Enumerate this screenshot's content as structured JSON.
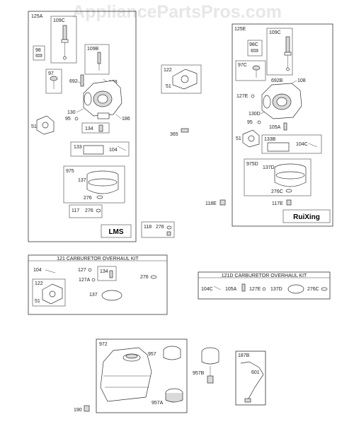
{
  "watermark": "AppliancePartsPros.com",
  "group_lms": {
    "label": "125A",
    "brand": "LMS",
    "parts": [
      "109C",
      "98",
      "109B",
      "97",
      "692",
      "108",
      "130",
      "95",
      "51",
      "186",
      "134",
      "133",
      "104",
      "975",
      "137",
      "276",
      "117",
      "276"
    ]
  },
  "group_ruixing": {
    "label": "125E",
    "brand": "RuiXing",
    "parts": [
      "109C",
      "98C",
      "97C",
      "692B",
      "108",
      "127E",
      "130D",
      "95",
      "105A",
      "51",
      "133B",
      "104C",
      "975D",
      "137D",
      "276C",
      "117E"
    ]
  },
  "loose_parts": [
    "122",
    "51",
    "365",
    "118E"
  ],
  "box_118": {
    "label": "118",
    "part": "276"
  },
  "kit_121": {
    "title": "121 CARBURETOR OVERHAUL KIT",
    "parts": [
      "104",
      "127",
      "134",
      "276",
      "127A",
      "122",
      "51",
      "137"
    ]
  },
  "kit_121d": {
    "title": "121D CARBURETOR OVERHAUL KIT",
    "parts": [
      "104C",
      "105A",
      "127E",
      "137D",
      "276C"
    ]
  },
  "tank_group": {
    "label": "972",
    "parts": [
      "957",
      "957A",
      "190"
    ]
  },
  "cap_part": "957B",
  "box_187b": {
    "label": "187B",
    "part": "601"
  }
}
